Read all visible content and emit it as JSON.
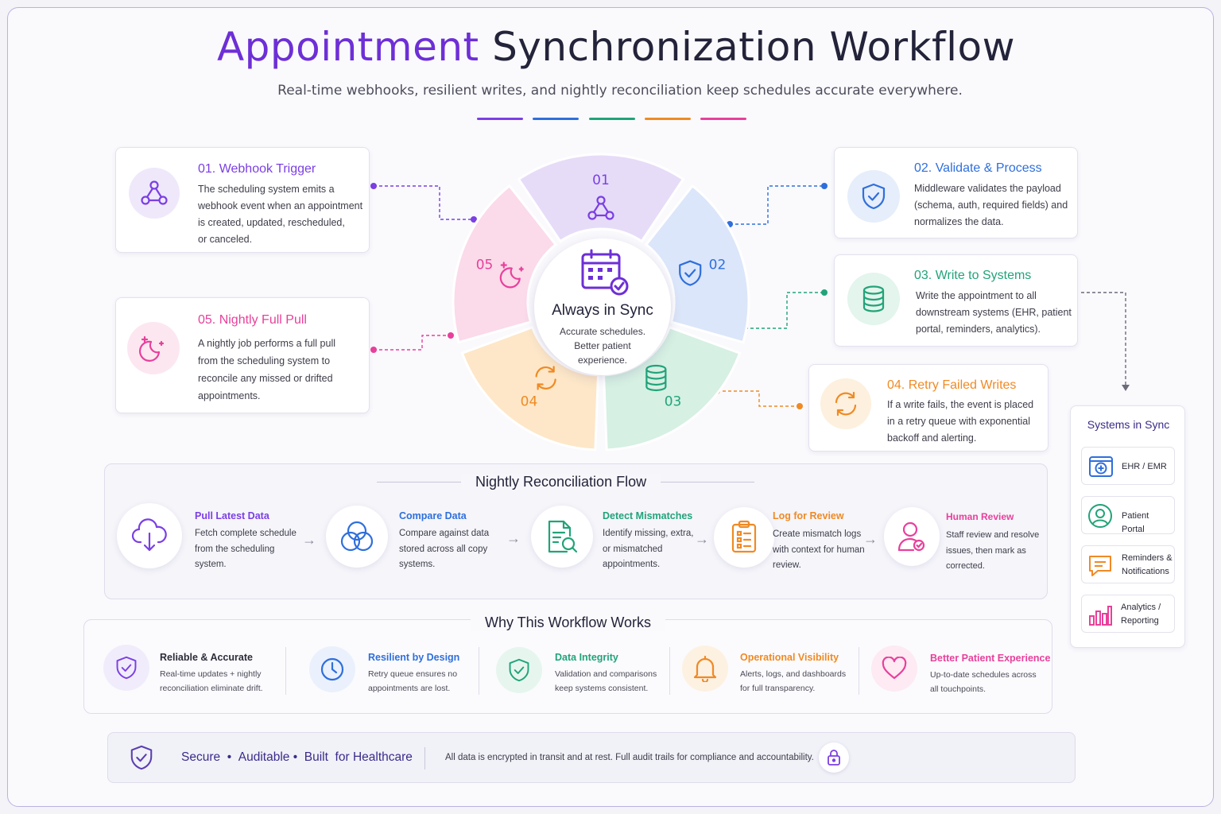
{
  "header": {
    "title_accent": "Appointment",
    "title_rest": "Synchronization Workflow",
    "subtitle": "Real-time webhooks, resilient writes, and nightly reconciliation keep schedules accurate everywhere.",
    "bar_colors": [
      "#7b3fe4",
      "#2f6fdc",
      "#22a37a",
      "#f08a24",
      "#e8409b"
    ]
  },
  "center": {
    "title": "Always in Sync",
    "line1": "Accurate schedules.",
    "line2": "Better patient",
    "line3": "experience."
  },
  "ring": {
    "segments": [
      {
        "num": "01",
        "color": "#7b3fe4",
        "fill": "#e6dcf8",
        "icon": "webhook-icon"
      },
      {
        "num": "02",
        "color": "#2f6fdc",
        "fill": "#dbe6fa",
        "icon": "shield-check-icon"
      },
      {
        "num": "03",
        "color": "#22a37a",
        "fill": "#d6f0e3",
        "icon": "database-icon"
      },
      {
        "num": "04",
        "color": "#f08a24",
        "fill": "#fde7c8",
        "icon": "refresh-icon"
      },
      {
        "num": "05",
        "color": "#e8409b",
        "fill": "#fbdaea",
        "icon": "moon-icon"
      }
    ]
  },
  "steps": [
    {
      "title": "01. Webhook Trigger",
      "color": "#7b3fe4",
      "lines": [
        "The scheduling system emits a",
        "webhook event when an appointment",
        "is created, updated, rescheduled,",
        "or canceled."
      ]
    },
    {
      "title": "02. Validate & Process",
      "color": "#2f6fdc",
      "lines": [
        "Middleware validates the payload",
        "(schema, auth, required fields) and",
        "normalizes the data."
      ]
    },
    {
      "title": "03. Write to Systems",
      "color": "#22a37a",
      "lines": [
        "Write the appointment to all",
        "downstream systems (EHR, patient",
        "portal, reminders, analytics)."
      ]
    },
    {
      "title": "04. Retry Failed Writes",
      "color": "#f08a24",
      "lines": [
        "If a write fails, the event is placed",
        "in a retry queue with exponential",
        "backoff and alerting."
      ]
    },
    {
      "title": "05. Nightly Full Pull",
      "color": "#e8409b",
      "lines": [
        "A nightly job performs a full pull",
        "from the scheduling system to",
        "reconcile any missed or drifted",
        "appointments."
      ]
    }
  ],
  "systems": {
    "title": "Systems in Sync",
    "items": [
      {
        "label1": "EHR / EMR",
        "label2": "",
        "color": "#2f6fdc",
        "icon": "ehr-icon"
      },
      {
        "label1": "Patient Portal",
        "label2": "",
        "color": "#22a37a",
        "icon": "user-icon"
      },
      {
        "label1": "Reminders &",
        "label2": "Notifications",
        "color": "#f08a24",
        "icon": "chat-icon"
      },
      {
        "label1": "Analytics /",
        "label2": "Reporting",
        "color": "#e8409b",
        "icon": "bar-chart-icon"
      }
    ]
  },
  "reconciliation": {
    "title": "Nightly Reconciliation Flow",
    "items": [
      {
        "title": "Pull Latest Data",
        "color": "#7b3fe4",
        "icon": "cloud-download-icon",
        "lines": [
          "Fetch complete schedule",
          "from the scheduling",
          "system."
        ]
      },
      {
        "title": "Compare Data",
        "color": "#2f6fdc",
        "icon": "venn-icon",
        "lines": [
          "Compare against data",
          "stored across all copy",
          "systems."
        ]
      },
      {
        "title": "Detect Mismatches",
        "color": "#22a37a",
        "icon": "document-search-icon",
        "lines": [
          "Identify missing, extra,",
          "or mismatched",
          "appointments."
        ]
      },
      {
        "title": "Log for Review",
        "color": "#f08a24",
        "icon": "checklist-icon",
        "lines": [
          "Create mismatch logs",
          "with context for human",
          "review."
        ]
      },
      {
        "title": "Human Review",
        "color": "#e8409b",
        "icon": "reviewer-icon",
        "lines": [
          "Staff review and resolve",
          "issues, then mark as",
          "corrected."
        ]
      }
    ]
  },
  "why": {
    "title": "Why This Workflow Works",
    "items": [
      {
        "title": "Reliable & Accurate",
        "color": "#2c2c3a",
        "icon_color": "#7b3fe4",
        "icon": "shield-check-icon",
        "lines": [
          "Real-time updates + nightly",
          "reconciliation eliminate drift."
        ]
      },
      {
        "title": "Resilient by Design",
        "color": "#2f6fdc",
        "icon_color": "#2f6fdc",
        "icon": "clock-icon",
        "lines": [
          "Retry queue ensures no",
          "appointments are lost."
        ]
      },
      {
        "title": "Data Integrity",
        "color": "#22a37a",
        "icon_color": "#22a37a",
        "icon": "shield-check-icon",
        "lines": [
          "Validation and comparisons",
          "keep systems consistent."
        ]
      },
      {
        "title": "Operational Visibility",
        "color": "#f08a24",
        "icon_color": "#f08a24",
        "icon": "bell-icon",
        "lines": [
          "Alerts, logs, and dashboards",
          "for full transparency."
        ]
      },
      {
        "title": "Better Patient Experience",
        "color": "#e8409b",
        "icon_color": "#e8409b",
        "icon": "heart-icon",
        "lines": [
          "Up-to-date schedules across",
          "all touchpoints."
        ]
      }
    ]
  },
  "footer": {
    "tagline_1": "Secure",
    "tagline_2": "Auditable",
    "tagline_3": "Built  for Healthcare",
    "note": "All data is encrypted in transit and at rest. Full audit trails for compliance and accountability."
  }
}
